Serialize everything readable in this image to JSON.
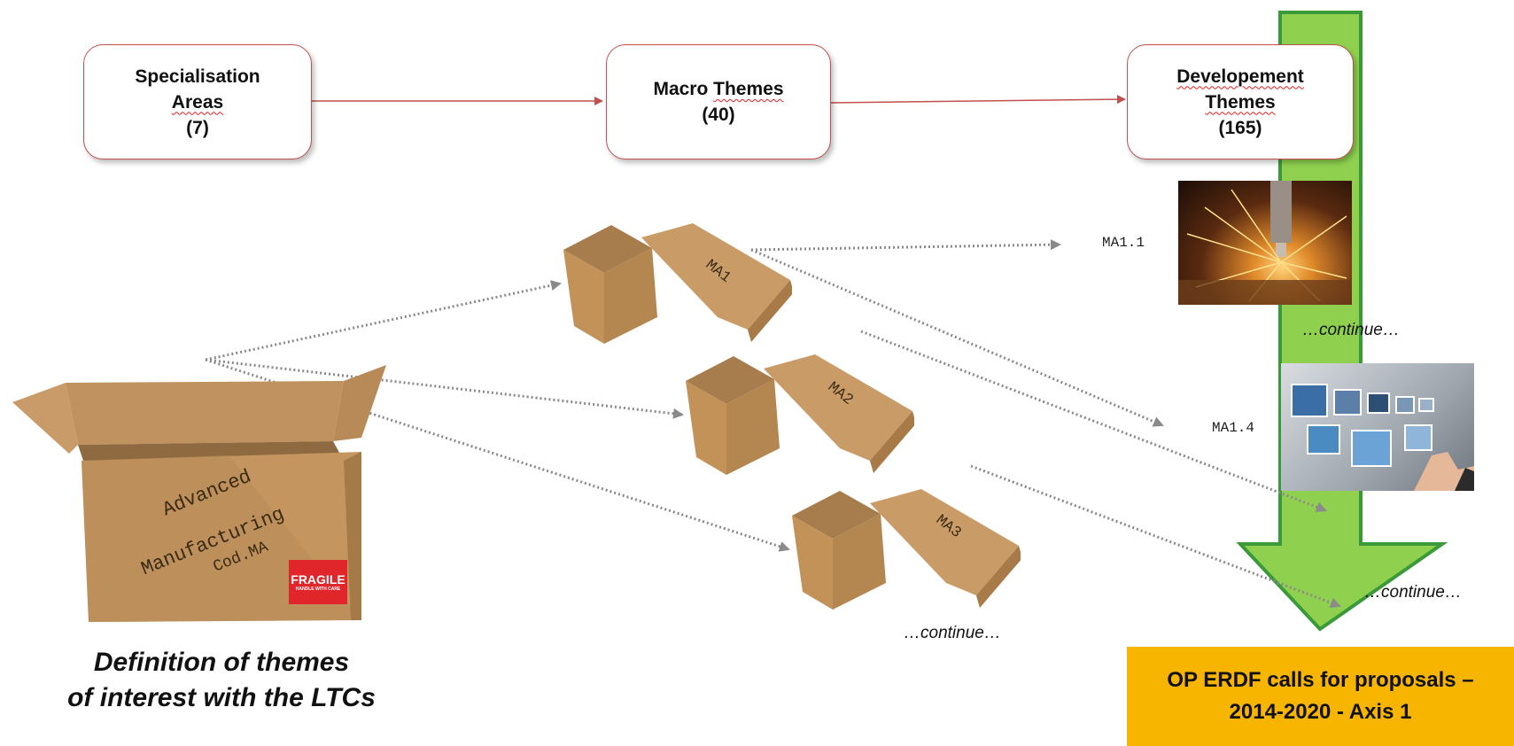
{
  "flow": {
    "specialisation": {
      "line1": "Specialisation",
      "line2": "Areas",
      "count": "(7)"
    },
    "macro": {
      "word1": "Macro",
      "word2": "Themes",
      "count": "(40)"
    },
    "development": {
      "line1": "Developement",
      "line2": "Themes",
      "count": "(165)"
    }
  },
  "main_box": {
    "line1": "Advanced",
    "line2": "Manufacturing",
    "line3": "Cod.MA",
    "sticker_title": "FRAGILE",
    "sticker_sub": "HANDLE WITH CARE"
  },
  "sub_boxes": [
    "MA1",
    "MA2",
    "MA3"
  ],
  "themes": [
    "MA1.1",
    "MA1.4"
  ],
  "continue_label": "…continue…",
  "caption": {
    "line1": "Definition of themes",
    "line2": "of interest with the LTCs"
  },
  "op_box": {
    "line1": "OP ERDF calls for proposals –",
    "line2": "2014-2020 - Axis 1"
  },
  "colors": {
    "arrow_green": "#8fd14f",
    "arrow_border": "#3a9a3a",
    "op_yellow": "#f7b500",
    "box_border": "#c0504d",
    "connector": "#c0504d"
  }
}
